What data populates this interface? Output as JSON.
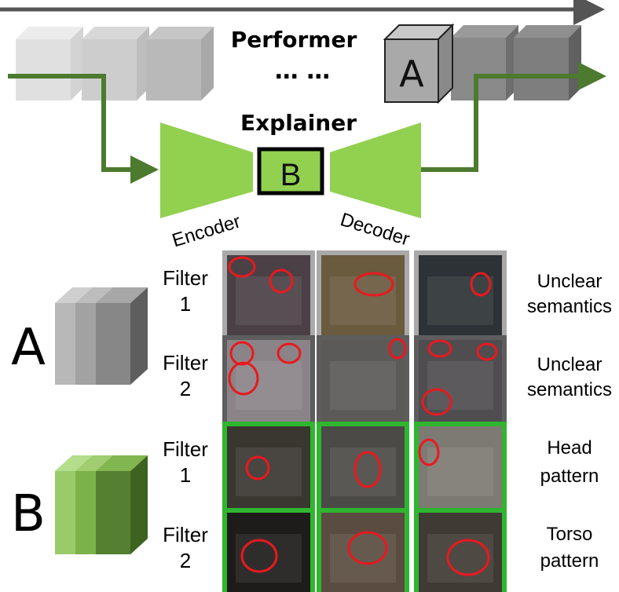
{
  "top": {
    "performer_label": "Performer",
    "ellipsis": "… …",
    "model_a_letter": "A"
  },
  "explainer": {
    "title": "Explainer",
    "model_b_letter": "B",
    "encoder_label": "Encoder",
    "decoder_label": "Decoder"
  },
  "rows": [
    {
      "model": "A",
      "filter_word": "Filter",
      "filter_num": "1",
      "desc_line1": "Unclear",
      "desc_line2": "semantics",
      "frame_color": "#a9a9a9"
    },
    {
      "model": "A",
      "filter_word": "Filter",
      "filter_num": "2",
      "desc_line1": "Unclear",
      "desc_line2": "semantics",
      "frame_color": "#5d5d5d"
    },
    {
      "model": "B",
      "filter_word": "Filter",
      "filter_num": "1",
      "desc_line1": "Head",
      "desc_line2": "pattern",
      "frame_color": "#2fb52f"
    },
    {
      "model": "B",
      "filter_word": "Filter",
      "filter_num": "2",
      "desc_line1": "Torso",
      "desc_line2": "pattern",
      "frame_color": "#2fb52f"
    }
  ],
  "model_labels": {
    "a": "A",
    "b": "B"
  },
  "colors": {
    "green_flow": "#4c7a2e",
    "explainer_green": "#92d050",
    "highlight_red": "#e8191f"
  }
}
